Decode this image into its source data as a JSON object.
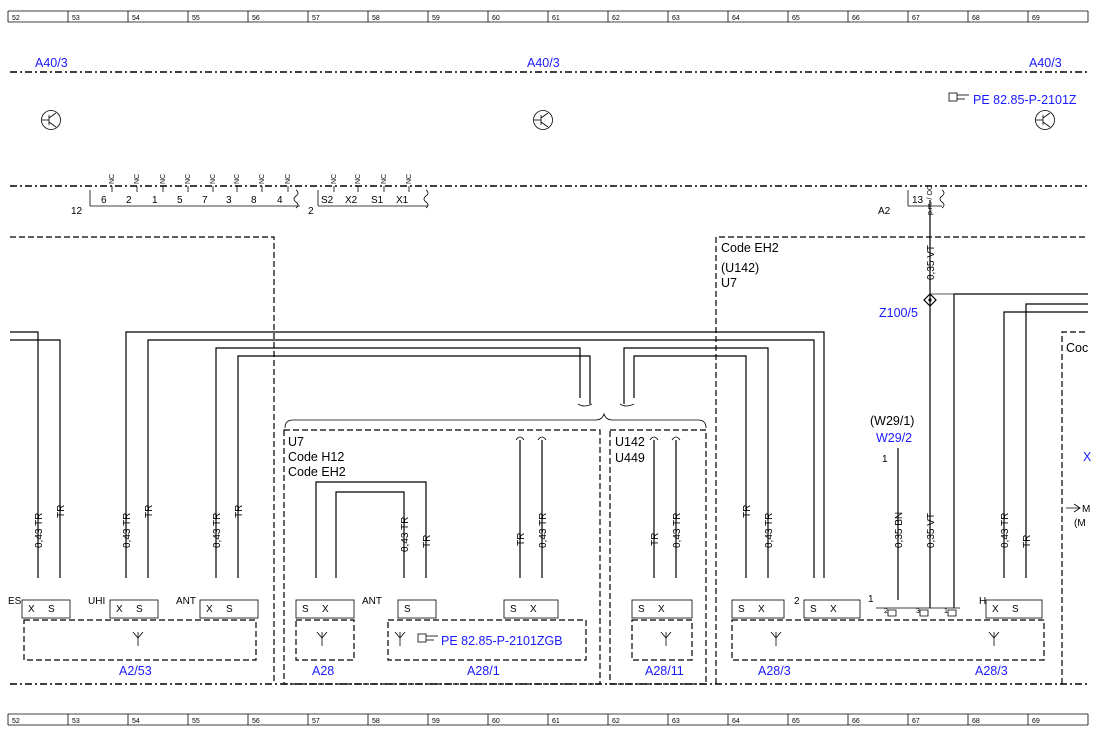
{
  "ruler": {
    "columns": [
      "52",
      "53",
      "54",
      "55",
      "56",
      "57",
      "58",
      "59",
      "60",
      "61",
      "62",
      "63",
      "64",
      "65",
      "66",
      "67",
      "68",
      "69"
    ]
  },
  "units": {
    "a40_left": "A40/3",
    "a40_mid": "A40/3",
    "a40_right": "A40/3",
    "a2_53": "A2/53",
    "a28": "A28",
    "a28_1": "A28/1",
    "a28_11": "A28/11",
    "a28_3_left": "A28/3",
    "a28_3_right": "A28/3",
    "z100_5": "Z100/5",
    "w29_1": "(W29/1)",
    "w29_2": "W29/2"
  },
  "refs": {
    "top_ref": "PE 82.85-P-2101Z",
    "bottom_ref": "PE 82.85-P-2101ZGB"
  },
  "connector_top": {
    "group1_count": "12",
    "group1_pins": [
      "6",
      "2",
      "1",
      "5",
      "7",
      "3",
      "8",
      "4"
    ],
    "group2_count": "2",
    "group2_pins": [
      "S2",
      "X2",
      "S1",
      "X1"
    ],
    "group3_name": "A2",
    "group3_pins": [
      "13"
    ],
    "nc": "NC",
    "vert_label": "p.m. / OC"
  },
  "codes": {
    "eh2_block": [
      "Code EH2",
      "(U142)",
      "U7"
    ],
    "h12_block": [
      "U7",
      "Code H12",
      "Code EH2"
    ],
    "u142_block": [
      "U142",
      "U449"
    ],
    "coc_partial": "Coc"
  },
  "wires": {
    "tr": "TR",
    "tr043": "0,43 TR",
    "vt035": "0,35 VT",
    "bn035": "0,35 BN"
  },
  "pins": {
    "es": "ES",
    "uhi": "UHI",
    "ant": "ANT",
    "ant2": "ANT",
    "s": "S",
    "x": "X",
    "h": "H",
    "two": "2",
    "one": "1",
    "three": "3",
    "w29_pin": "1",
    "arrow_m": "M",
    "arrow_paren_m": "(M",
    "x_partial": "X"
  }
}
